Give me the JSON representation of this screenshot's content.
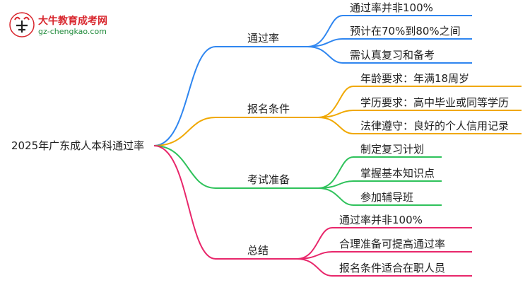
{
  "logo": {
    "title": "大牛教育成考网",
    "url": "gz-chengkao.com"
  },
  "root": "2025年广东成人本科通过率",
  "branches": [
    {
      "label": "通过率",
      "color": "#2f86f0",
      "leaves": [
        "通过率并非100%",
        "预计在70%到80%之间",
        "需认真复习和备考"
      ]
    },
    {
      "label": "报名条件",
      "color": "#f0a800",
      "leaves": [
        "年龄要求：年满18周岁",
        "学历要求：高中毕业或同等学历",
        "法律遵守：良好的个人信用记录"
      ]
    },
    {
      "label": "考试准备",
      "color": "#2fc25b",
      "leaves": [
        "制定复习计划",
        "掌握基本知识点",
        "参加辅导班"
      ]
    },
    {
      "label": "总结",
      "color": "#e8276b",
      "leaves": [
        "通过率并非100%",
        "合理准备可提高通过率",
        "报名条件适合在职人员"
      ]
    }
  ]
}
